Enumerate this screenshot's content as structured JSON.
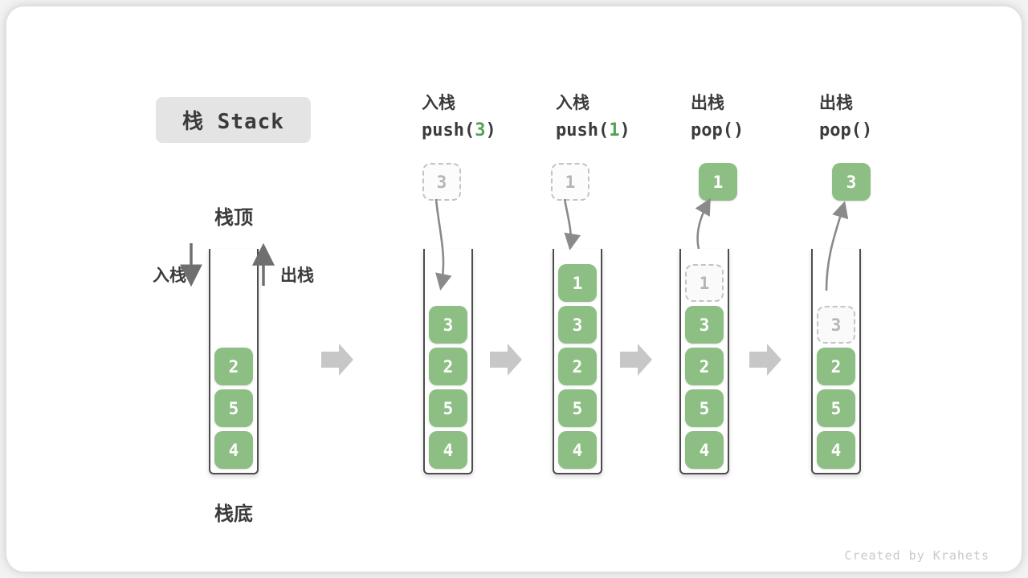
{
  "title": "栈 Stack",
  "watermark": "Created by Krahets",
  "main_stack": {
    "top_label": "栈顶",
    "bottom_label": "栈底",
    "push_label": "入栈",
    "pop_label": "出栈",
    "values": [
      "2",
      "5",
      "4"
    ]
  },
  "operations": [
    {
      "name": "入栈",
      "code_open": "push(",
      "code_arg": "3",
      "code_close": ")",
      "floating_value": "3",
      "floating_style": "ghost",
      "stack": [
        "3",
        "2",
        "5",
        "4"
      ]
    },
    {
      "name": "入栈",
      "code_open": "push(",
      "code_arg": "1",
      "code_close": ")",
      "floating_value": "1",
      "floating_style": "ghost",
      "stack": [
        "1",
        "3",
        "2",
        "5",
        "4"
      ]
    },
    {
      "name": "出栈",
      "code_open": "pop(",
      "code_arg": "",
      "code_close": ")",
      "floating_value": "1",
      "floating_style": "solid",
      "stack": [
        "1",
        "3",
        "2",
        "5",
        "4"
      ]
    },
    {
      "name": "出栈",
      "code_open": "pop(",
      "code_arg": "",
      "code_close": ")",
      "floating_value": "3",
      "floating_style": "solid",
      "stack": [
        "3",
        "2",
        "5",
        "4"
      ]
    }
  ],
  "colors": {
    "element_green": "#8dbe84",
    "code_arg_green": "#53a158",
    "ghost_border": "#c4c4c4",
    "curved_arrow": "#8a8a8a",
    "block_arrow": "#c7c7c7",
    "container_border": "#4d4d4d",
    "title_background": "#e4e4e4",
    "text_dark": "#3b3b3b"
  }
}
